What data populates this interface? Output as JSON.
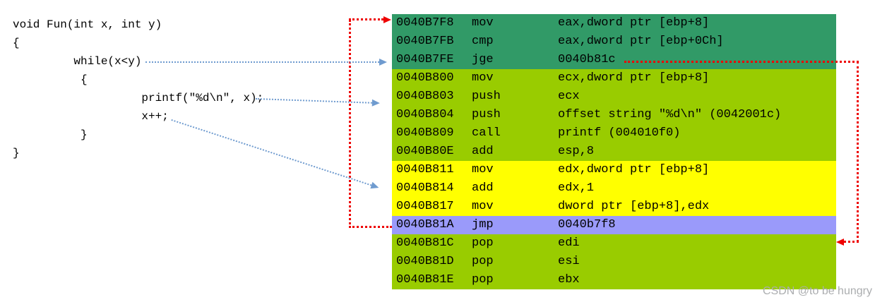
{
  "source_code": {
    "lines": [
      "void Fun(int x, int y)",
      "{",
      "         while(x<y)",
      "          {",
      "                   printf(\"%d\\n\", x);",
      "                   x++;",
      "          }",
      "}"
    ]
  },
  "assembly": {
    "rows": [
      {
        "address": "0040B7F8",
        "mnemonic": "mov",
        "operands": "eax,dword ptr [ebp+8]",
        "section": "condition"
      },
      {
        "address": "0040B7FB",
        "mnemonic": "cmp",
        "operands": "eax,dword ptr [ebp+0Ch]",
        "section": "condition"
      },
      {
        "address": "0040B7FE",
        "mnemonic": "jge",
        "operands": "0040b81c",
        "section": "condition"
      },
      {
        "address": "0040B800",
        "mnemonic": "mov",
        "operands": "ecx,dword ptr [ebp+8]",
        "section": "body"
      },
      {
        "address": "0040B803",
        "mnemonic": "push",
        "operands": "ecx",
        "section": "body"
      },
      {
        "address": "0040B804",
        "mnemonic": "push",
        "operands": "offset string \"%d\\n\" (0042001c)",
        "section": "body"
      },
      {
        "address": "0040B809",
        "mnemonic": "call",
        "operands": "printf (004010f0)",
        "section": "body"
      },
      {
        "address": "0040B80E",
        "mnemonic": "add",
        "operands": "esp,8",
        "section": "body"
      },
      {
        "address": "0040B811",
        "mnemonic": "mov",
        "operands": "edx,dword ptr [ebp+8]",
        "section": "increment"
      },
      {
        "address": "0040B814",
        "mnemonic": "add",
        "operands": "edx,1",
        "section": "increment"
      },
      {
        "address": "0040B817",
        "mnemonic": "mov",
        "operands": "dword ptr [ebp+8],edx",
        "section": "increment"
      },
      {
        "address": "0040B81A",
        "mnemonic": "jmp",
        "operands": "0040b7f8",
        "section": "jump"
      },
      {
        "address": "0040B81C",
        "mnemonic": "pop",
        "operands": "edi",
        "section": "epilogue"
      },
      {
        "address": "0040B81D",
        "mnemonic": "pop",
        "operands": "esi",
        "section": "epilogue"
      },
      {
        "address": "0040B81E",
        "mnemonic": "pop",
        "operands": "ebx",
        "section": "epilogue"
      }
    ]
  },
  "colors": {
    "condition": "#319A67",
    "body": "#99CC00",
    "increment": "#FFFF00",
    "jump": "#9A9AFA",
    "epilogue": "#99CC00",
    "arrow_red": "#EE0000",
    "arrow_blue": "#6F9BCF",
    "text": "#000000",
    "watermark_gray": "#ABADAF"
  },
  "watermark": "CSDN @to be hungry"
}
